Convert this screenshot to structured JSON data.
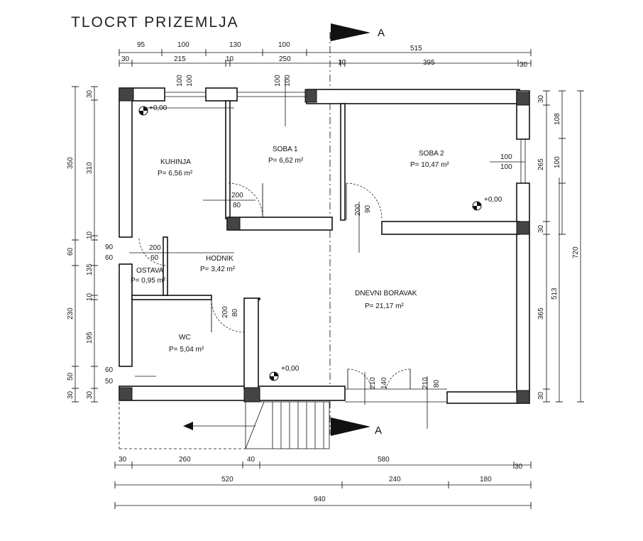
{
  "title": "TLOCRT PRIZEMLJA",
  "section_mark": "A",
  "rooms": [
    {
      "name": "KUHINJA",
      "area": "P= 6,56 m²"
    },
    {
      "name": "SOBA 1",
      "area": "P= 6,62 m²"
    },
    {
      "name": "SOBA 2",
      "area": "P= 10,47 m²"
    },
    {
      "name": "HODNIK",
      "area": "P= 3,42 m²"
    },
    {
      "name": "OSTAVA",
      "area": "P= 0,95 m²"
    },
    {
      "name": "WC",
      "area": "P= 5,04 m²"
    },
    {
      "name": "DNEVNI BORAVAK",
      "area": "P= 21,17 m²"
    }
  ],
  "level_marks": [
    "+0,00",
    "+0,00",
    "+0,00"
  ],
  "dims_top_outer": [
    "95",
    "100",
    "130",
    "100",
    "515"
  ],
  "dims_top_inner": [
    "30",
    "215",
    "10",
    "250",
    "10",
    "395",
    "30"
  ],
  "dims_left_outer": [
    "350",
    "60",
    "230",
    "50",
    "30"
  ],
  "dims_left_inner": [
    "30",
    "310",
    "10",
    "90",
    "60",
    "135",
    "10",
    "195",
    "60",
    "50",
    "30"
  ],
  "dims_right_outer": [
    "720"
  ],
  "dims_right_mid": [
    "513"
  ],
  "dims_right_inner": [
    "30",
    "265",
    "30",
    "365",
    "30"
  ],
  "dims_right_window": [
    "108",
    "100"
  ],
  "dims_bottom_1": [
    "30",
    "260",
    "40",
    "580",
    "30"
  ],
  "dims_bottom_2": [
    "520",
    "240",
    "180"
  ],
  "dims_bottom_3": [
    "940"
  ],
  "openings": [
    {
      "top": "100",
      "bottom": "100"
    },
    {
      "top": "100",
      "bottom": "100"
    },
    {
      "top": "100",
      "bottom": "100"
    },
    {
      "top": "200",
      "bottom": "80"
    },
    {
      "top": "200",
      "bottom": "90"
    },
    {
      "top": "200",
      "bottom": "60"
    },
    {
      "top": "200",
      "bottom": "80"
    },
    {
      "top": "210",
      "bottom": "140"
    },
    {
      "top": "210",
      "bottom": "80"
    }
  ]
}
